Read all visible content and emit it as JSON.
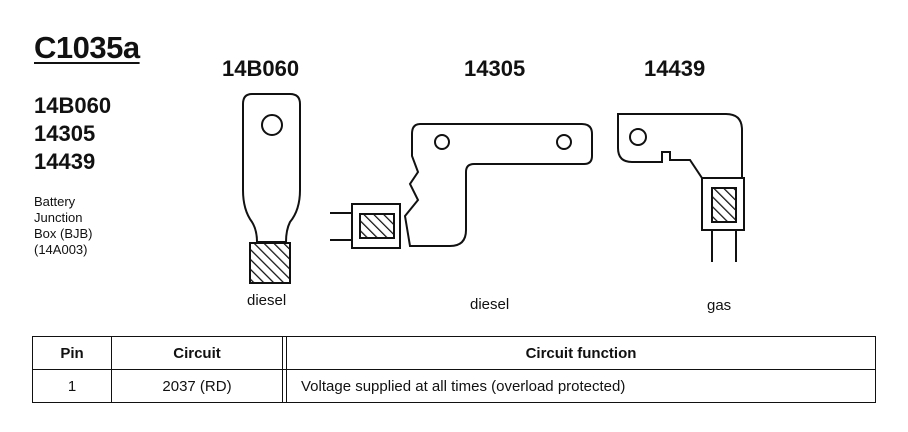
{
  "connector": {
    "title": "C1035a",
    "part_numbers": [
      "14B060",
      "14305",
      "14439"
    ],
    "description_lines": [
      "Battery",
      "Junction",
      "Box (BJB)",
      "(14A003)"
    ]
  },
  "views": [
    {
      "label": "14B060",
      "caption": "diesel"
    },
    {
      "label": "14305",
      "caption": "diesel"
    },
    {
      "label": "14439",
      "caption": "gas"
    }
  ],
  "table": {
    "headers": [
      "Pin",
      "Circuit",
      "Circuit function"
    ],
    "rows": [
      {
        "pin": "1",
        "circuit": "2037 (RD)",
        "function": "Voltage supplied at all times (overload protected)"
      }
    ]
  }
}
